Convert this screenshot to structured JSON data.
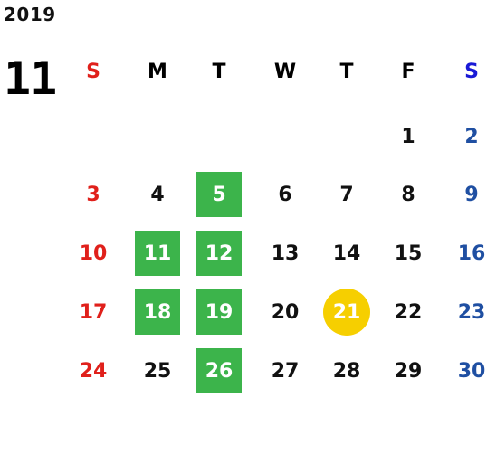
{
  "calendar": {
    "year": "2019",
    "month": "11",
    "weekdays": [
      "S",
      "M",
      "T",
      "W",
      "T",
      "F",
      "S"
    ],
    "weeks": [
      [
        null,
        null,
        null,
        null,
        null,
        "1",
        "2"
      ],
      [
        "3",
        "4",
        "5",
        "6",
        "7",
        "8",
        "9"
      ],
      [
        "10",
        "11",
        "12",
        "13",
        "14",
        "15",
        "16"
      ],
      [
        "17",
        "18",
        "19",
        "20",
        "21",
        "22",
        "23"
      ],
      [
        "24",
        "25",
        "26",
        "27",
        "28",
        "29",
        "30"
      ]
    ],
    "highlighted_days": [
      "5",
      "11",
      "12",
      "18",
      "19",
      "26"
    ],
    "today": "21"
  },
  "colors": {
    "sunday": "#e0201b",
    "saturday": "#1f4fa2",
    "saturday_header": "#1a1ad6",
    "weekday": "#111111",
    "highlight": "#3cb44b",
    "today": "#f6cf00"
  }
}
